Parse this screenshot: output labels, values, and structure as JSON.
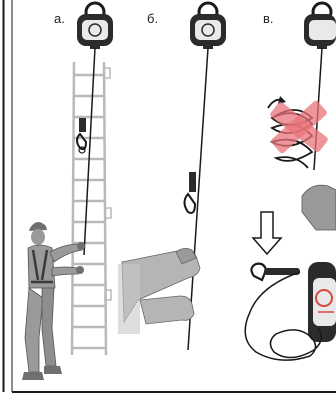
{
  "panels": [
    {
      "label": "а."
    },
    {
      "label": "б."
    },
    {
      "label": "в."
    }
  ],
  "colors": {
    "ink": "#1a1a1a",
    "device_body": "#2b2b2b",
    "device_face": "#e9e9e9",
    "figure_gray": "#9a9a9a",
    "figure_dark": "#6f6f6f",
    "hand_gray": "#b5b5b5",
    "ladder": "#cfcfcf",
    "prohibit_red": "#e8737a",
    "gauge_red": "#d9493f"
  },
  "icons": {
    "device_top": "retractable-fall-arrester-icon",
    "climber": "worker-on-ladder-icon",
    "hand": "gloved-hand-icon",
    "spring": "coiled-cable-icon",
    "arrow_down": "down-arrow-icon",
    "carabiner": "carabiner-icon",
    "unit_open": "opened-device-icon"
  }
}
